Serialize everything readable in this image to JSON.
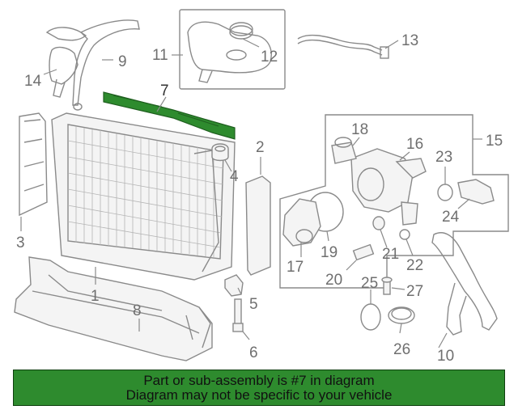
{
  "callouts": {
    "c1": "1",
    "c2": "2",
    "c3": "3",
    "c4": "4",
    "c5": "5",
    "c6": "6",
    "c7": "7",
    "c8": "8",
    "c9": "9",
    "c10": "10",
    "c11": "11",
    "c12": "12",
    "c13": "13",
    "c14": "14",
    "c15": "15",
    "c16": "16",
    "c17": "17",
    "c18": "18",
    "c19": "19",
    "c20": "20",
    "c21": "21",
    "c22": "22",
    "c23": "23",
    "c24": "24",
    "c25": "25",
    "c26": "26",
    "c27": "27"
  },
  "highlight": {
    "part": "7",
    "color": "#2e8b2e"
  },
  "banner": {
    "line1": "Part or sub-assembly is #7 in diagram",
    "line2": "Diagram may not be specific to your vehicle"
  }
}
